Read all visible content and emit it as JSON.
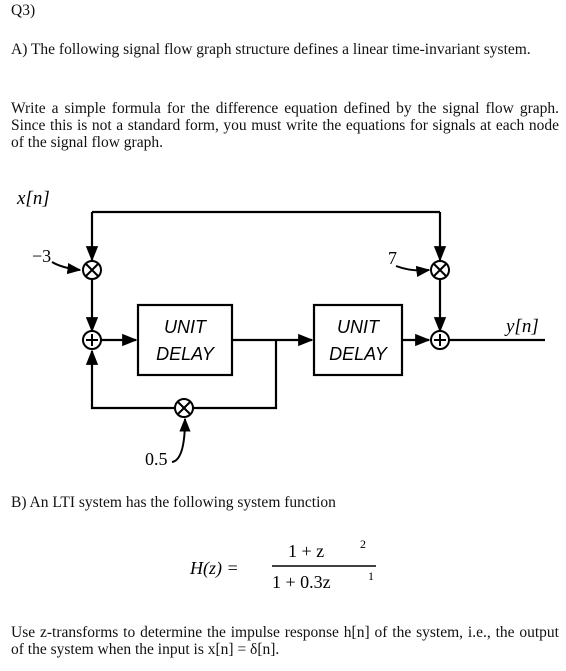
{
  "question": {
    "label": "Q3)",
    "part_a": {
      "intro": "A) The following signal flow graph structure defines a linear time-invariant system.",
      "task": "Write a simple formula for the difference equation defined by the signal flow graph. Since this is not a standard form, you must write the equations for signals at each node of the signal flow graph."
    },
    "diagram": {
      "input_label": "x[n]",
      "output_label": "y[n]",
      "gain_left": "−3",
      "gain_right": "7",
      "gain_feedback": "0.5",
      "delay1_line1": "UNIT",
      "delay1_line2": "DELAY",
      "delay2_line1": "UNIT",
      "delay2_line2": "DELAY",
      "adder_symbol": "+",
      "multiplier_symbol": "×"
    },
    "part_b": {
      "intro": "B) An LTI system has the following system function",
      "formula_lhs": "H(z) =",
      "numerator": "1 + z",
      "numerator_exp": "2",
      "denominator": "1 + 0.3z",
      "denominator_exp": "1",
      "task": "Use z-transforms to determine the impulse response h[n] of the system, i.e., the output of the system when the input is x[n] = δ[n]."
    }
  }
}
